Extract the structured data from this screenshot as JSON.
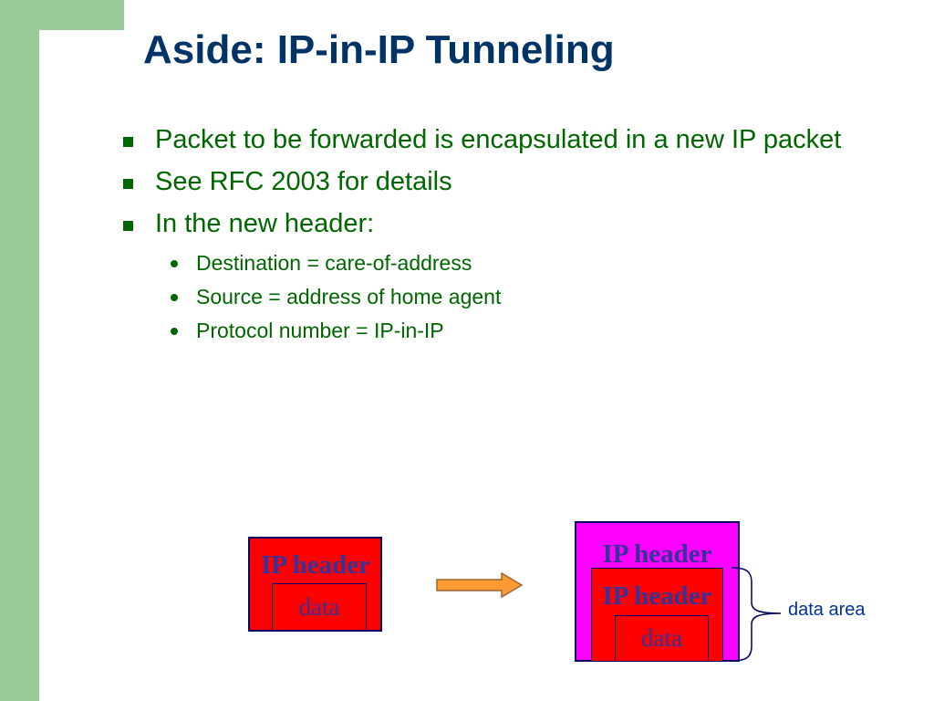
{
  "slide": {
    "title": "Aside: IP-in-IP Tunneling",
    "bullets": [
      {
        "text": "Packet to be forwarded is encapsulated in a new IP packet"
      },
      {
        "text": "See RFC 2003 for details"
      },
      {
        "text": "In the new header:",
        "subbullets": [
          "Destination = care-of-address",
          "Source = address of home agent",
          "Protocol number = IP-in-IP"
        ]
      }
    ]
  },
  "diagram": {
    "original_packet": {
      "header_label": "IP header",
      "data_label": "data"
    },
    "encapsulated_packet": {
      "outer_header_label": "IP header",
      "inner_header_label": "IP header",
      "data_label": "data"
    },
    "brace_label": "data area",
    "colors": {
      "outer_box": "#ff00ff",
      "inner_box": "#ff0000",
      "label_text": "#333399",
      "arrow_fill": "#ff9933"
    }
  }
}
